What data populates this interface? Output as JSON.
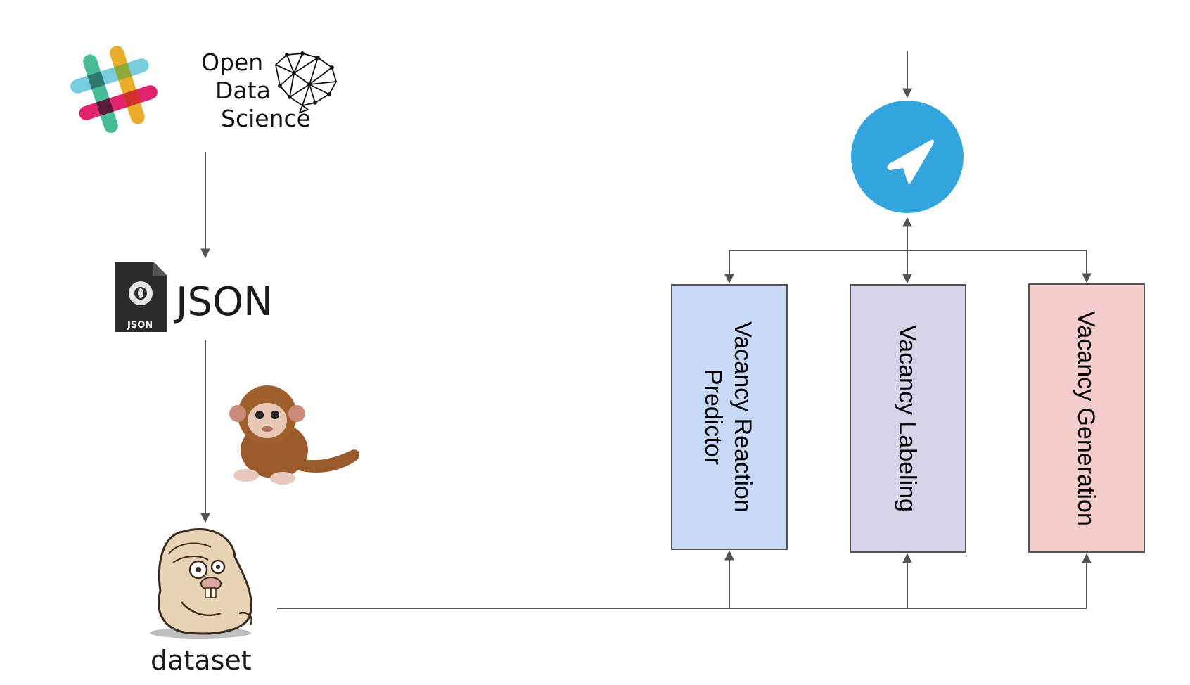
{
  "logos": {
    "slack": {
      "name": "slack-logo"
    },
    "ods": {
      "lines": [
        "Open",
        "Data",
        "Science"
      ]
    },
    "json": {
      "badge": "JSON",
      "title": "JSON"
    }
  },
  "dataset": {
    "label": "dataset"
  },
  "telegram": {
    "color": "#33a5de"
  },
  "boxes": [
    {
      "lines": [
        "Vacancy Reaction",
        "Predictor"
      ],
      "fill": "#c9daf8"
    },
    {
      "lines": [
        "Vacancy Labeling"
      ],
      "fill": "#d9d2e9"
    },
    {
      "lines": [
        "Vacancy Generation"
      ],
      "fill": "#f4cccc"
    }
  ],
  "colors": {
    "line": "#555555",
    "box_border": "#555555"
  }
}
